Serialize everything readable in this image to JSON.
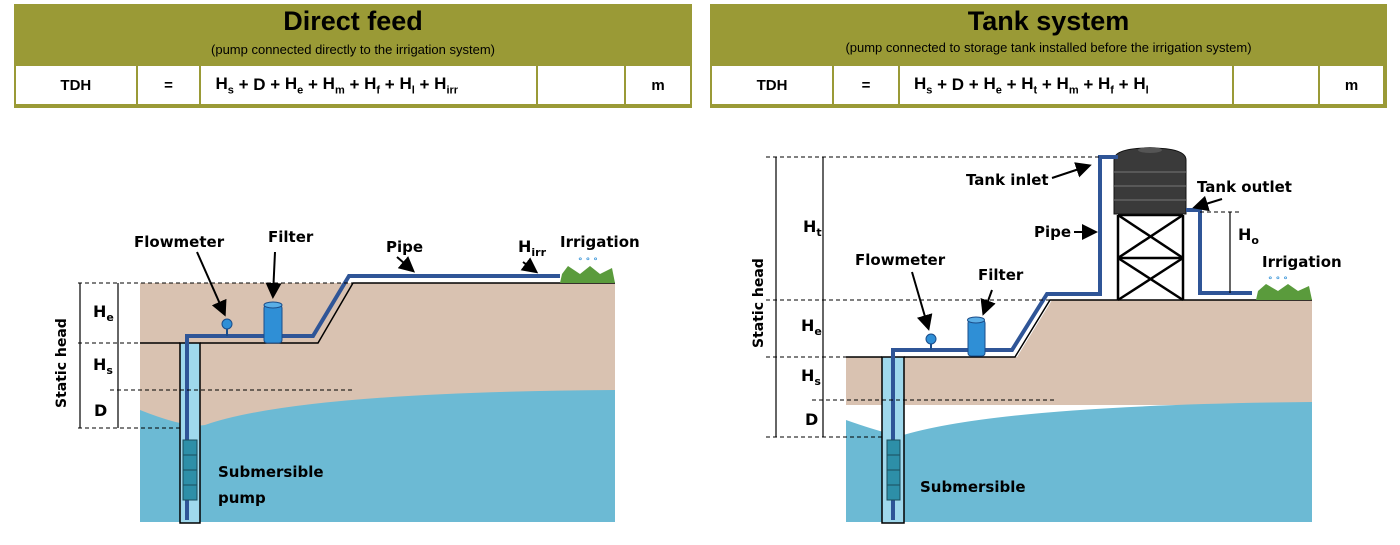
{
  "direct": {
    "title": "Direct feed",
    "subtitle": "(pump connected directly to the irrigation system)",
    "row": {
      "label": "TDH",
      "eq": "=",
      "unit": "m"
    },
    "formula": [
      {
        "b": "H",
        "s": "s"
      },
      {
        "t": " + D + "
      },
      {
        "b": "H",
        "s": "e"
      },
      {
        "t": " + "
      },
      {
        "b": "H",
        "s": "m"
      },
      {
        "t": " + "
      },
      {
        "b": "H",
        "s": "f"
      },
      {
        "t": " + "
      },
      {
        "b": "H",
        "s": "l"
      },
      {
        "t": " + "
      },
      {
        "b": "H",
        "s": "irr"
      }
    ],
    "labels": {
      "flowmeter": "Flowmeter",
      "filter": "Filter",
      "pipe": "Pipe",
      "hirr": "H",
      "hirr_sub": "irr",
      "irrigation": "Irrigation",
      "static_head": "Static head",
      "he": "H",
      "he_sub": "e",
      "hs": "H",
      "hs_sub": "s",
      "d": "D",
      "pump1": "Submersible",
      "pump2": "pump"
    }
  },
  "tank": {
    "title": "Tank system",
    "subtitle": "(pump connected to storage tank installed before the irrigation system)",
    "row": {
      "label": "TDH",
      "eq": "=",
      "unit": "m"
    },
    "formula": [
      {
        "b": "H",
        "s": "s"
      },
      {
        "t": " + D + "
      },
      {
        "b": "H",
        "s": "e"
      },
      {
        "t": " + "
      },
      {
        "b": "H",
        "s": "t"
      },
      {
        "t": " + "
      },
      {
        "b": "H",
        "s": "m"
      },
      {
        "t": " + "
      },
      {
        "b": "H",
        "s": "f"
      },
      {
        "t": " + "
      },
      {
        "b": "H",
        "s": "l"
      }
    ],
    "labels": {
      "tank_inlet": "Tank inlet",
      "tank_outlet": "Tank outlet",
      "pipe": "Pipe",
      "flowmeter": "Flowmeter",
      "filter": "Filter",
      "irrigation": "Irrigation",
      "static_head": "Static head",
      "ht": "H",
      "ht_sub": "t",
      "ho": "H",
      "ho_sub": "o",
      "he": "H",
      "he_sub": "e",
      "hs": "H",
      "hs_sub": "s",
      "d": "D",
      "pump1": "Submersible"
    }
  },
  "colors": {
    "header": "#9a9a36",
    "water": "#6cbad4",
    "soil": "#d9c2b1",
    "pipe": "#2f5597",
    "tank": "#3a3a3a"
  }
}
